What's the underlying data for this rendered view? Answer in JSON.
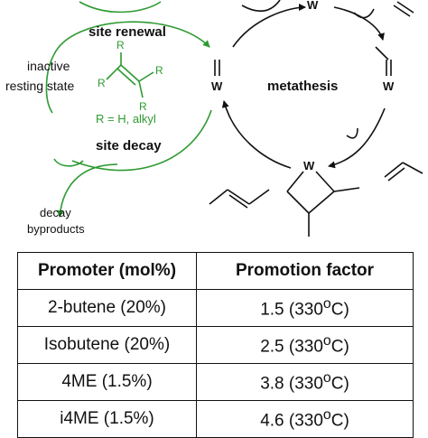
{
  "scheme": {
    "labels": {
      "site_renewal": "site renewal",
      "inactive_line1": "inactive",
      "inactive_line2": "resting state",
      "r_definition": "R = H, alkyl",
      "site_decay": "site decay",
      "decay_line1": "decay",
      "decay_line2": "byproducts",
      "metathesis": "metathesis",
      "metal": "W",
      "substituent": "R"
    },
    "colors": {
      "green": "#2e9a32",
      "black": "#111111"
    }
  },
  "table": {
    "headers": [
      "Promoter (mol%)",
      "Promotion factor"
    ],
    "rows": [
      {
        "promoter": "2-butene (20%)",
        "factor": "1.5 (330",
        "sup": "o",
        "unit": "C)"
      },
      {
        "promoter": "Isobutene (20%)",
        "factor": "2.5 (330",
        "sup": "o",
        "unit": "C)"
      },
      {
        "promoter": "4ME (1.5%)",
        "factor": "3.8 (330",
        "sup": "o",
        "unit": "C)"
      },
      {
        "promoter": "i4ME (1.5%)",
        "factor": "4.6 (330",
        "sup": "o",
        "unit": "C)"
      }
    ]
  }
}
